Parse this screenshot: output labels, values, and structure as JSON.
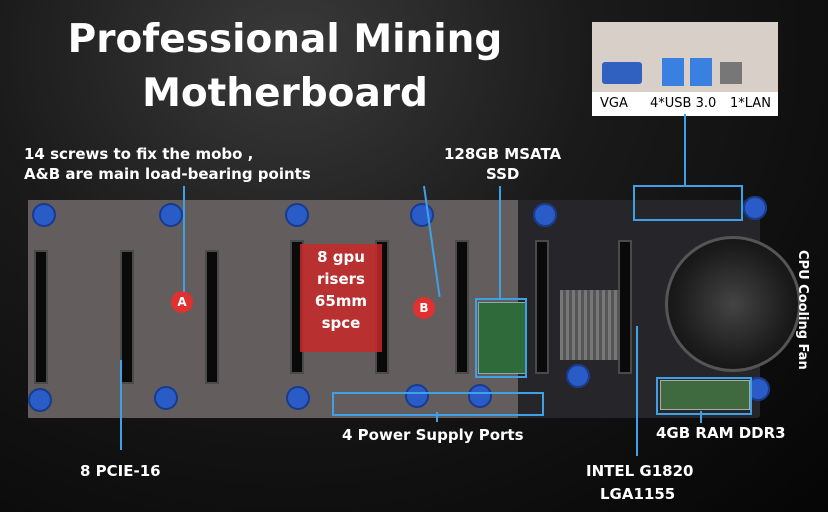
{
  "title": {
    "line1": "Professional Mining",
    "line2": "Motherboard"
  },
  "io_panel": {
    "labels": [
      "VGA",
      "4*USB 3.0",
      "1*LAN"
    ]
  },
  "annotations": {
    "screws_line1": "14 screws to fix the mobo ,",
    "screws_line2": "A&B are main load-bearing points",
    "msata_line1": "128GB MSATA",
    "msata_line2": "SSD",
    "gpu_risers": "8 gpu\nrisers\n65mm\nspce",
    "power_ports": "4  Power Supply Ports",
    "pcie": "8  PCIE-16",
    "cpu_line1": "INTEL G1820",
    "cpu_line2": "LGA1155",
    "ram": "4GB RAM DDR3",
    "cpu_fan": "CPU Cooling Fan"
  },
  "markers": {
    "a": "A",
    "b": "B"
  },
  "colors": {
    "accent_blue": "#3fa0e8",
    "screw_blue": "#2a5cc8",
    "marker_red": "#e03030",
    "gpu_box_red": "#c82828"
  }
}
